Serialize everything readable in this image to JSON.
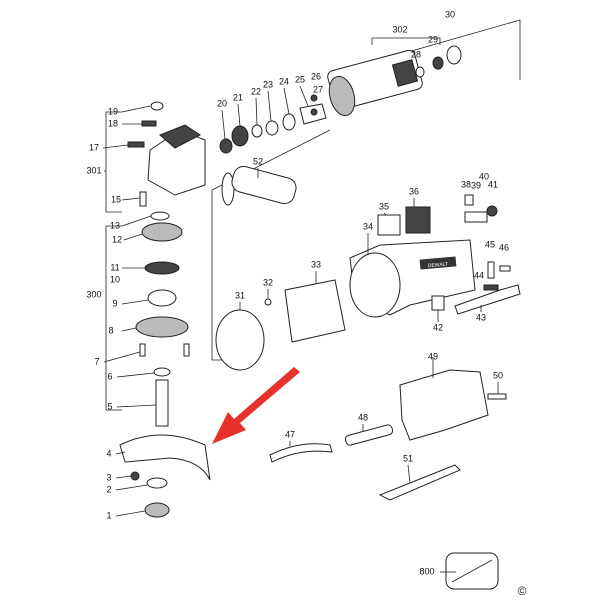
{
  "title": "Angle grinder exploded parts diagram",
  "labels": {
    "p1": "1",
    "p2": "2",
    "p3": "3",
    "p4": "4",
    "p5": "5",
    "p6": "6",
    "p7": "7",
    "p8": "8",
    "p9": "9",
    "p10": "10",
    "p11": "11",
    "p12": "12",
    "p13": "13",
    "p15": "15",
    "p17": "17",
    "p18": "18",
    "p19": "19",
    "p20": "20",
    "p21": "21",
    "p22": "22",
    "p23": "23",
    "p24": "24",
    "p25": "25",
    "p26": "26",
    "p27": "27",
    "p28": "28",
    "p29": "29",
    "p30": "30",
    "p31": "31",
    "p32": "32",
    "p33": "33",
    "p34": "34",
    "p35": "35",
    "p36": "36",
    "p38": "38",
    "p39": "39",
    "p40": "40",
    "p41": "41",
    "p42": "42",
    "p43": "43",
    "p44": "44",
    "p45": "45",
    "p46": "46",
    "p47": "47",
    "p48": "48",
    "p49": "49",
    "p50": "50",
    "p51": "51",
    "p52": "52",
    "p300": "300",
    "p301": "301",
    "p302": "302",
    "p800": "800"
  },
  "copyright": "©",
  "brand_label": "DEWALT",
  "colors": {
    "arrow": "#e8312a",
    "line": "#222222"
  }
}
